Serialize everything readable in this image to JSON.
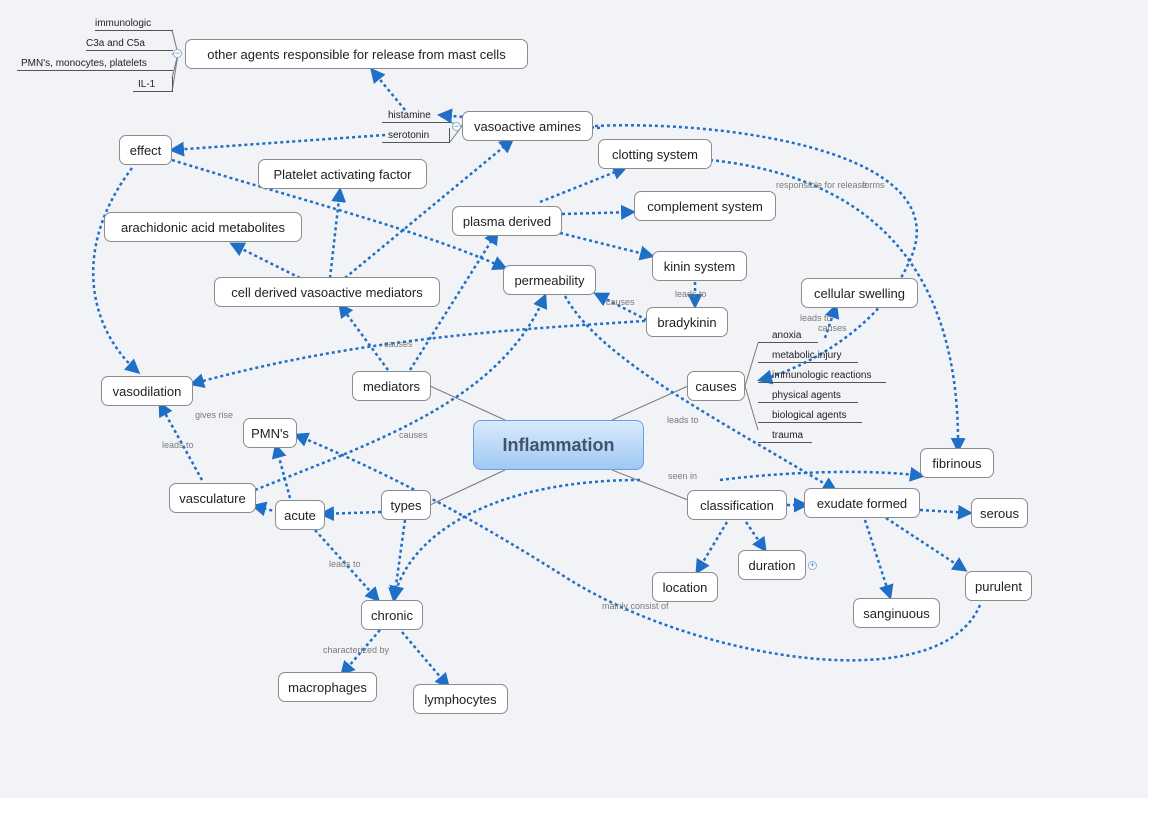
{
  "central": "Inflammation",
  "nodes": {
    "other_agents": "other agents responsible for release from mast cells",
    "effect": "effect",
    "vasoactive_amines": "vasoactive amines",
    "clotting_system": "clotting system",
    "platelet_af": "Platelet activating factor",
    "arachidonic": "arachidonic acid metabolites",
    "plasma_derived": "plasma derived",
    "complement": "complement system",
    "permeability": "permeability",
    "kinin": "kinin system",
    "cell_derived": "cell derived vasoactive mediators",
    "cellular_swelling": "cellular swelling",
    "bradykinin": "bradykinin",
    "vasodilation": "vasodilation",
    "mediators": "mediators",
    "causes": "causes",
    "pmns": "PMN's",
    "fibrinous": "fibrinous",
    "vasculature": "vasculature",
    "types": "types",
    "classification": "classification",
    "exudate": "exudate formed",
    "serous": "serous",
    "acute": "acute",
    "duration": "duration",
    "location": "location",
    "purulent": "purulent",
    "chronic": "chronic",
    "sanginuous": "sanginuous",
    "macrophages": "macrophages",
    "lymphocytes": "lymphocytes"
  },
  "mast_cell_agents": [
    "immunologic",
    "C3a and C5a",
    "PMN's, monocytes, platelets",
    "IL-1"
  ],
  "amines": [
    "histamine",
    "serotonin"
  ],
  "cause_items": [
    "anoxia",
    "metabolic injury",
    "immunologic reactions",
    "physical agents",
    "biological agents",
    "trauma"
  ],
  "labels": {
    "responsible": "responsible for release",
    "forms": "forms",
    "leads_to_kinin": "leads to",
    "causes_brady": "causes",
    "leads_to_swell": "leads to",
    "causes_swell": "causes",
    "causes_vaso": "causes",
    "leads_to_perm": "leads to",
    "gives_rise": "gives rise",
    "leads_to_vasc": "leads to",
    "causes_perm": "causes",
    "seen_in": "seen in",
    "leads_to_chronic": "leads to",
    "mainly_consist": "mainly consist of",
    "characterized": "characterized by"
  },
  "colors": {
    "link": "#1f6fc6",
    "branch": "#7a7a7a",
    "central_text": "#43536a"
  }
}
